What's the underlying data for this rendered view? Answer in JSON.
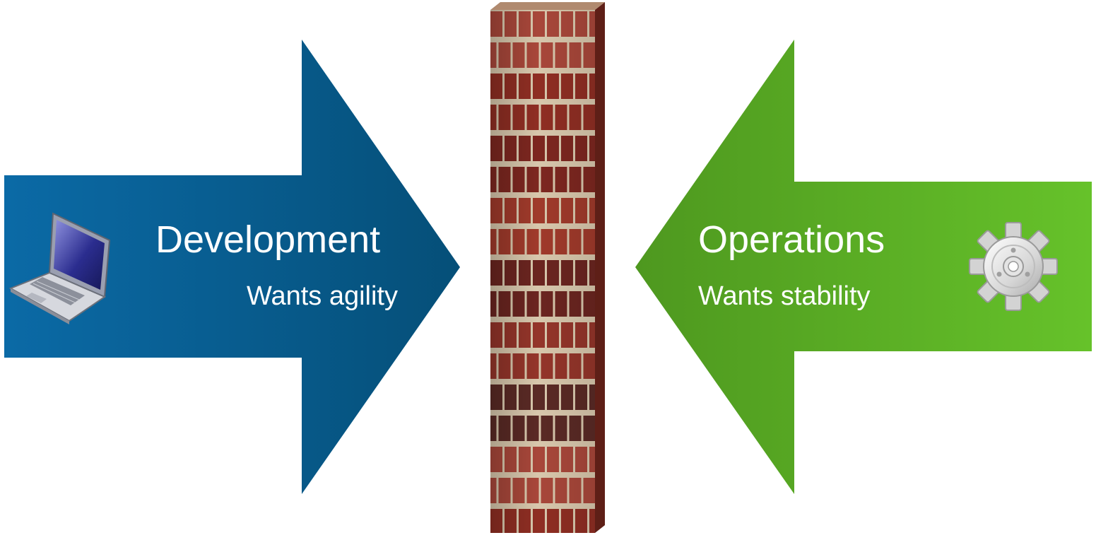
{
  "diagram": {
    "left_arrow": {
      "title": "Development",
      "subtitle": "Wants agility",
      "color_start": "#0b6aa6",
      "color_end": "#054f78",
      "icon": "laptop-icon"
    },
    "right_arrow": {
      "title": "Operations",
      "subtitle": "Wants stability",
      "color_start": "#4e981f",
      "color_end": "#66c22a",
      "icon": "gear-icon"
    },
    "wall": {
      "icon": "brick-wall",
      "brick_color": "#8f2e23",
      "mortar_color": "#d8c7ac"
    }
  }
}
